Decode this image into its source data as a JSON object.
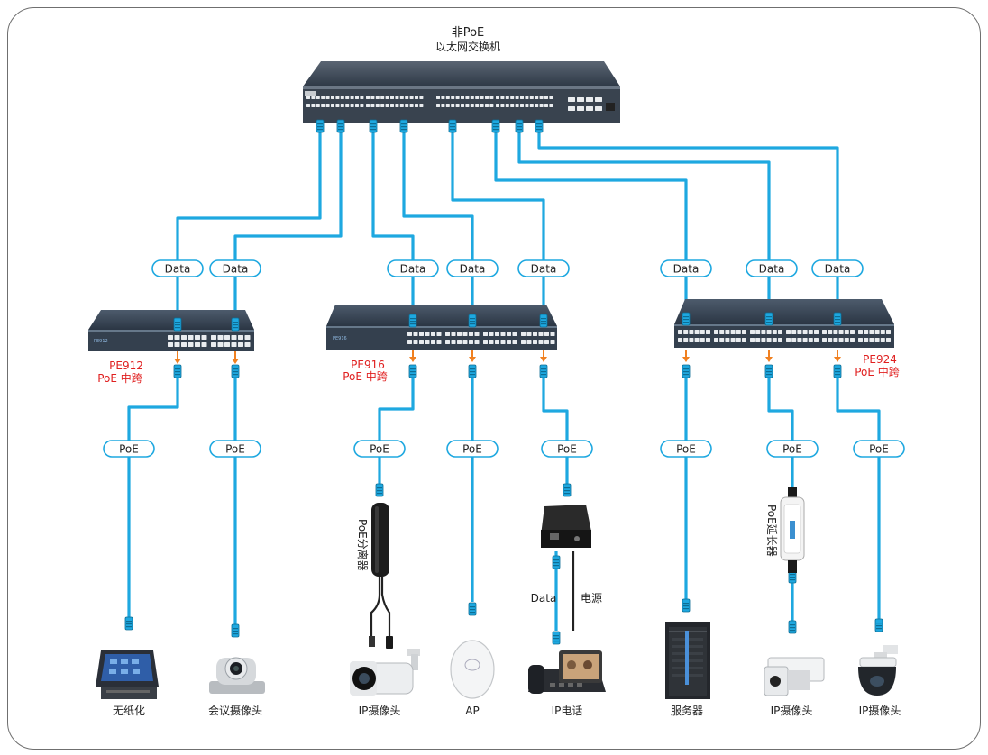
{
  "title": {
    "line1": "非PoE",
    "line2": "以太网交换机"
  },
  "data_label": "Data",
  "poe_label": "PoE",
  "switches": [
    {
      "model": "PE912",
      "type": "PoE 中跨"
    },
    {
      "model": "PE916",
      "type": "PoE 中跨"
    },
    {
      "model": "PE924",
      "type": "PoE 中跨"
    }
  ],
  "device_labels": {
    "poe_splitter": "PoE分离器",
    "poe_extender": "PoE延长器",
    "phone_data": "Data",
    "phone_power": "电源"
  },
  "devices": [
    "无纸化",
    "会议摄像头",
    "IP摄像头",
    "AP",
    "IP电话",
    "服务器",
    "IP摄像头",
    "IP摄像头"
  ],
  "colors": {
    "cable": "#1ea8e0",
    "accent_red": "#e02020",
    "arrow": "#f08020",
    "switch_body": "#3a4655"
  }
}
